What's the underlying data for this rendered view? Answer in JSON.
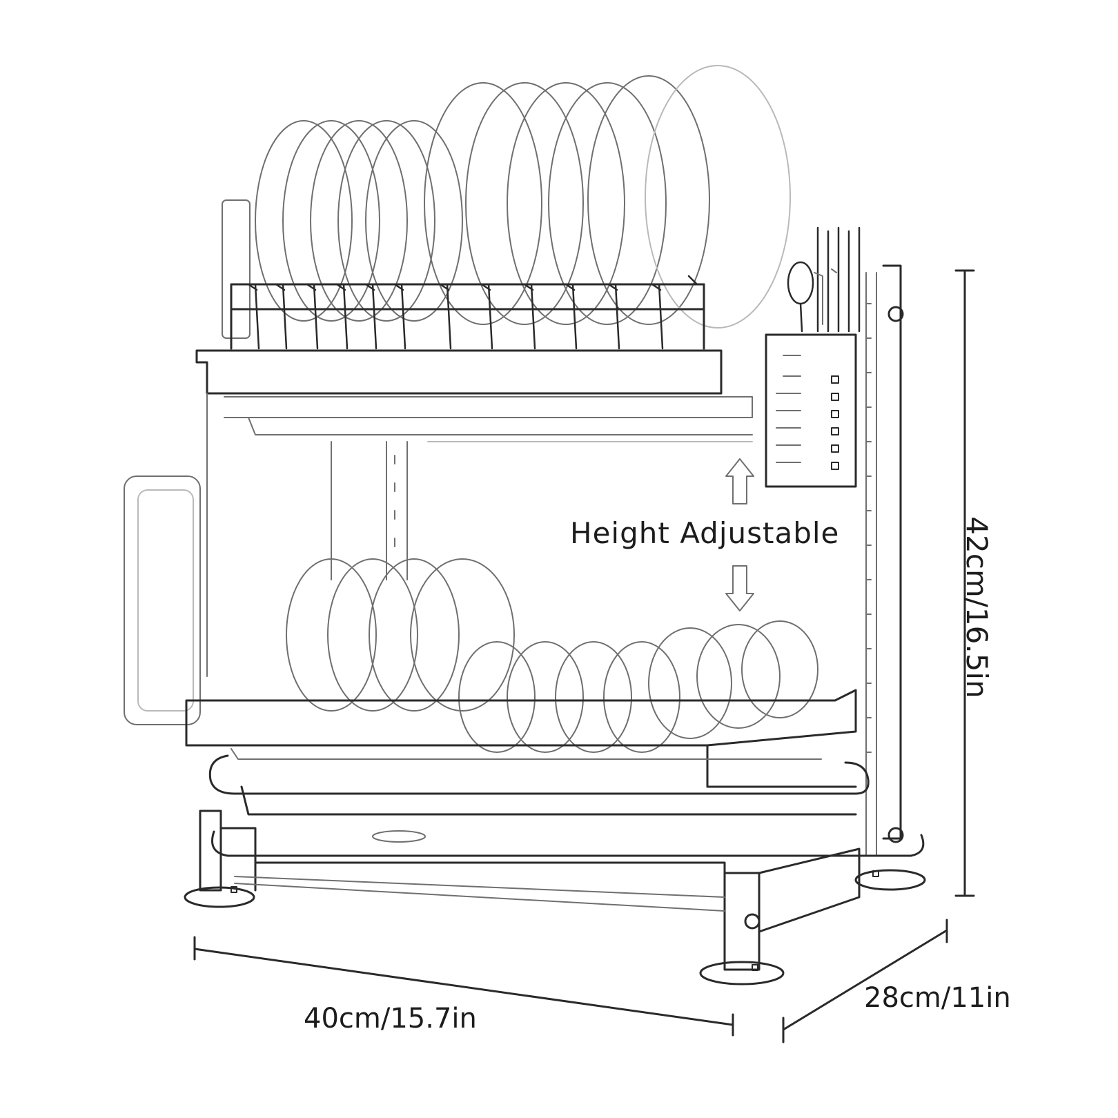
{
  "annotations": {
    "height_adjustable": "Height Adjustable",
    "overall_height": "42cm/16.5in",
    "width": "40cm/15.7in",
    "depth": "28cm/11in"
  },
  "colors": {
    "line": "#2a2a2a",
    "line_light": "#6f6f6f",
    "line_faint": "#b9b9b9",
    "background": "#ffffff"
  }
}
